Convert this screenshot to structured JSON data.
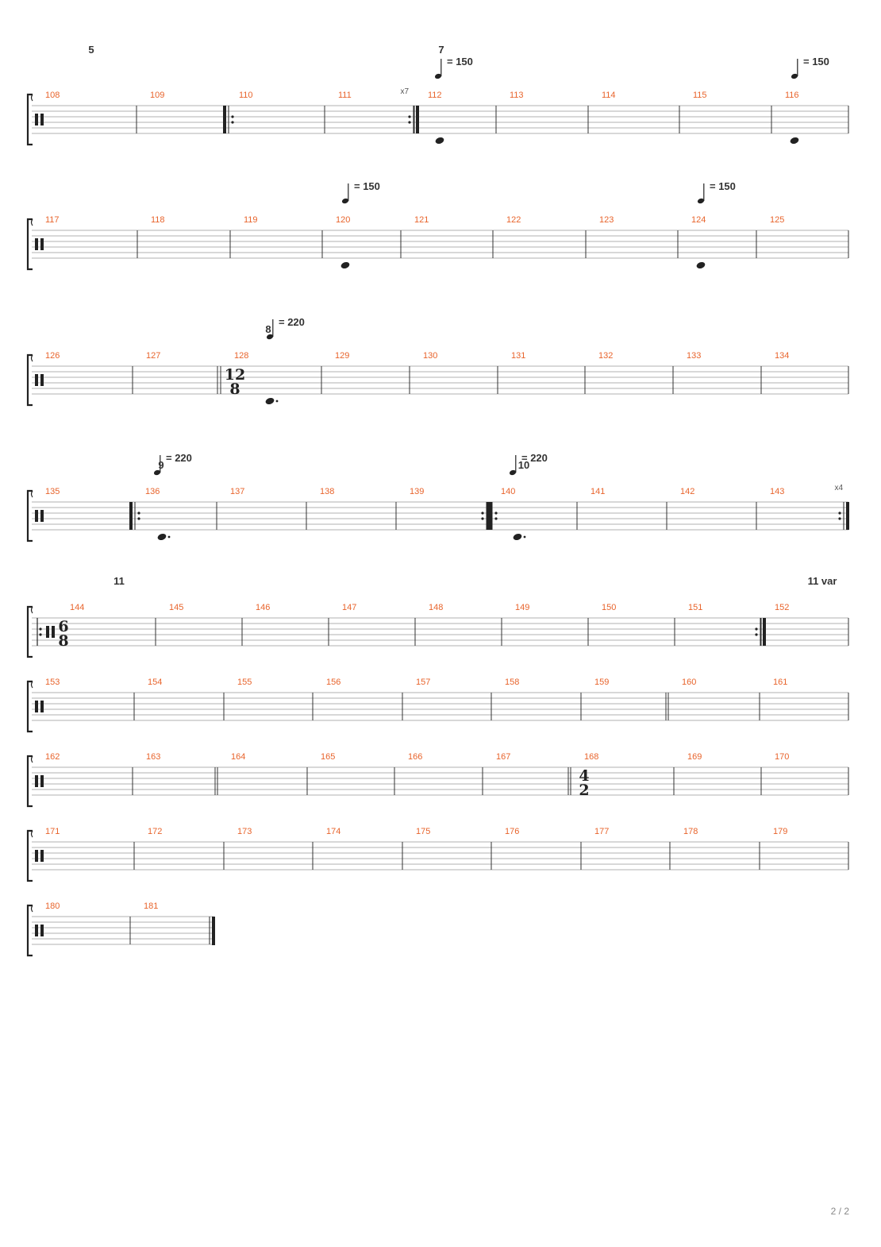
{
  "page": {
    "number": "2 / 2"
  },
  "colors": {
    "bar_number": "#e8642c",
    "staff": "#999999",
    "ink": "#222222"
  },
  "systems": [
    {
      "bars": [
        "108",
        "109",
        "110",
        "111",
        "112",
        "113",
        "114",
        "115",
        "116"
      ],
      "repeat_start_at": "110",
      "repeat_end_at": "111",
      "repeat_count": "x7",
      "sections": [
        {
          "bar": "108",
          "label": "5"
        },
        {
          "bar": "112",
          "label": "7"
        }
      ],
      "tempos": [
        {
          "bar": "112",
          "bpm": "= 150"
        },
        {
          "bar": "116",
          "bpm": "= 150"
        }
      ],
      "notes": [
        {
          "bar": "112",
          "dotted": false
        },
        {
          "bar": "116",
          "dotted": false
        }
      ]
    },
    {
      "bars": [
        "117",
        "118",
        "119",
        "120",
        "121",
        "122",
        "123",
        "124",
        "125"
      ],
      "sections": [],
      "tempos": [
        {
          "bar": "120",
          "bpm": "= 150"
        },
        {
          "bar": "124",
          "bpm": "= 150"
        }
      ],
      "notes": [
        {
          "bar": "120",
          "dotted": false
        },
        {
          "bar": "124",
          "dotted": false
        }
      ]
    },
    {
      "bars": [
        "126",
        "127",
        "128",
        "129",
        "130",
        "131",
        "132",
        "133",
        "134"
      ],
      "double_bar_before": "128",
      "time_signature": {
        "bar": "128",
        "top": "12",
        "bottom": "8"
      },
      "sections": [
        {
          "bar": "128",
          "label": "8"
        }
      ],
      "tempos": [
        {
          "bar": "128",
          "bpm": "= 220"
        }
      ],
      "notes": [
        {
          "bar": "128",
          "dotted": true
        }
      ]
    },
    {
      "bars": [
        "135",
        "136",
        "137",
        "138",
        "139",
        "140",
        "141",
        "142",
        "143"
      ],
      "repeat_start_at": "136",
      "repeat_end_at": "139",
      "repeat_start_2_at": "140",
      "repeat_end_2_at": "143",
      "repeat_count": "x4",
      "sections": [
        {
          "bar": "136",
          "label": "9"
        },
        {
          "bar": "140",
          "label": "10"
        }
      ],
      "tempos": [
        {
          "bar": "136",
          "bpm": "= 220"
        },
        {
          "bar": "140",
          "bpm": "= 220"
        }
      ],
      "notes": [
        {
          "bar": "136",
          "dotted": true
        },
        {
          "bar": "140",
          "dotted": true
        }
      ]
    },
    {
      "bars": [
        "144",
        "145",
        "146",
        "147",
        "148",
        "149",
        "150",
        "151",
        "152"
      ],
      "repeat_start_at": "144",
      "repeat_end_at": "151",
      "time_signature": {
        "bar": "144",
        "top": "6",
        "bottom": "8"
      },
      "sections": [
        {
          "bar": "144",
          "label": "11"
        },
        {
          "bar": "152",
          "label": "11 var"
        }
      ],
      "tempos": [],
      "notes": []
    },
    {
      "bars": [
        "153",
        "154",
        "155",
        "156",
        "157",
        "158",
        "159",
        "160",
        "161"
      ],
      "double_bar_before": "160",
      "sections": [],
      "tempos": [],
      "notes": []
    },
    {
      "bars": [
        "162",
        "163",
        "164",
        "165",
        "166",
        "167",
        "168",
        "169",
        "170"
      ],
      "double_bar_before_list": [
        "164",
        "168"
      ],
      "time_signature": {
        "bar": "168",
        "top": "4",
        "bottom": "2"
      },
      "sections": [],
      "tempos": [],
      "notes": []
    },
    {
      "bars": [
        "171",
        "172",
        "173",
        "174",
        "175",
        "176",
        "177",
        "178",
        "179"
      ],
      "sections": [],
      "tempos": [],
      "notes": []
    },
    {
      "bars": [
        "180",
        "181"
      ],
      "final_bar": true,
      "sections": [],
      "tempos": [],
      "notes": []
    }
  ]
}
